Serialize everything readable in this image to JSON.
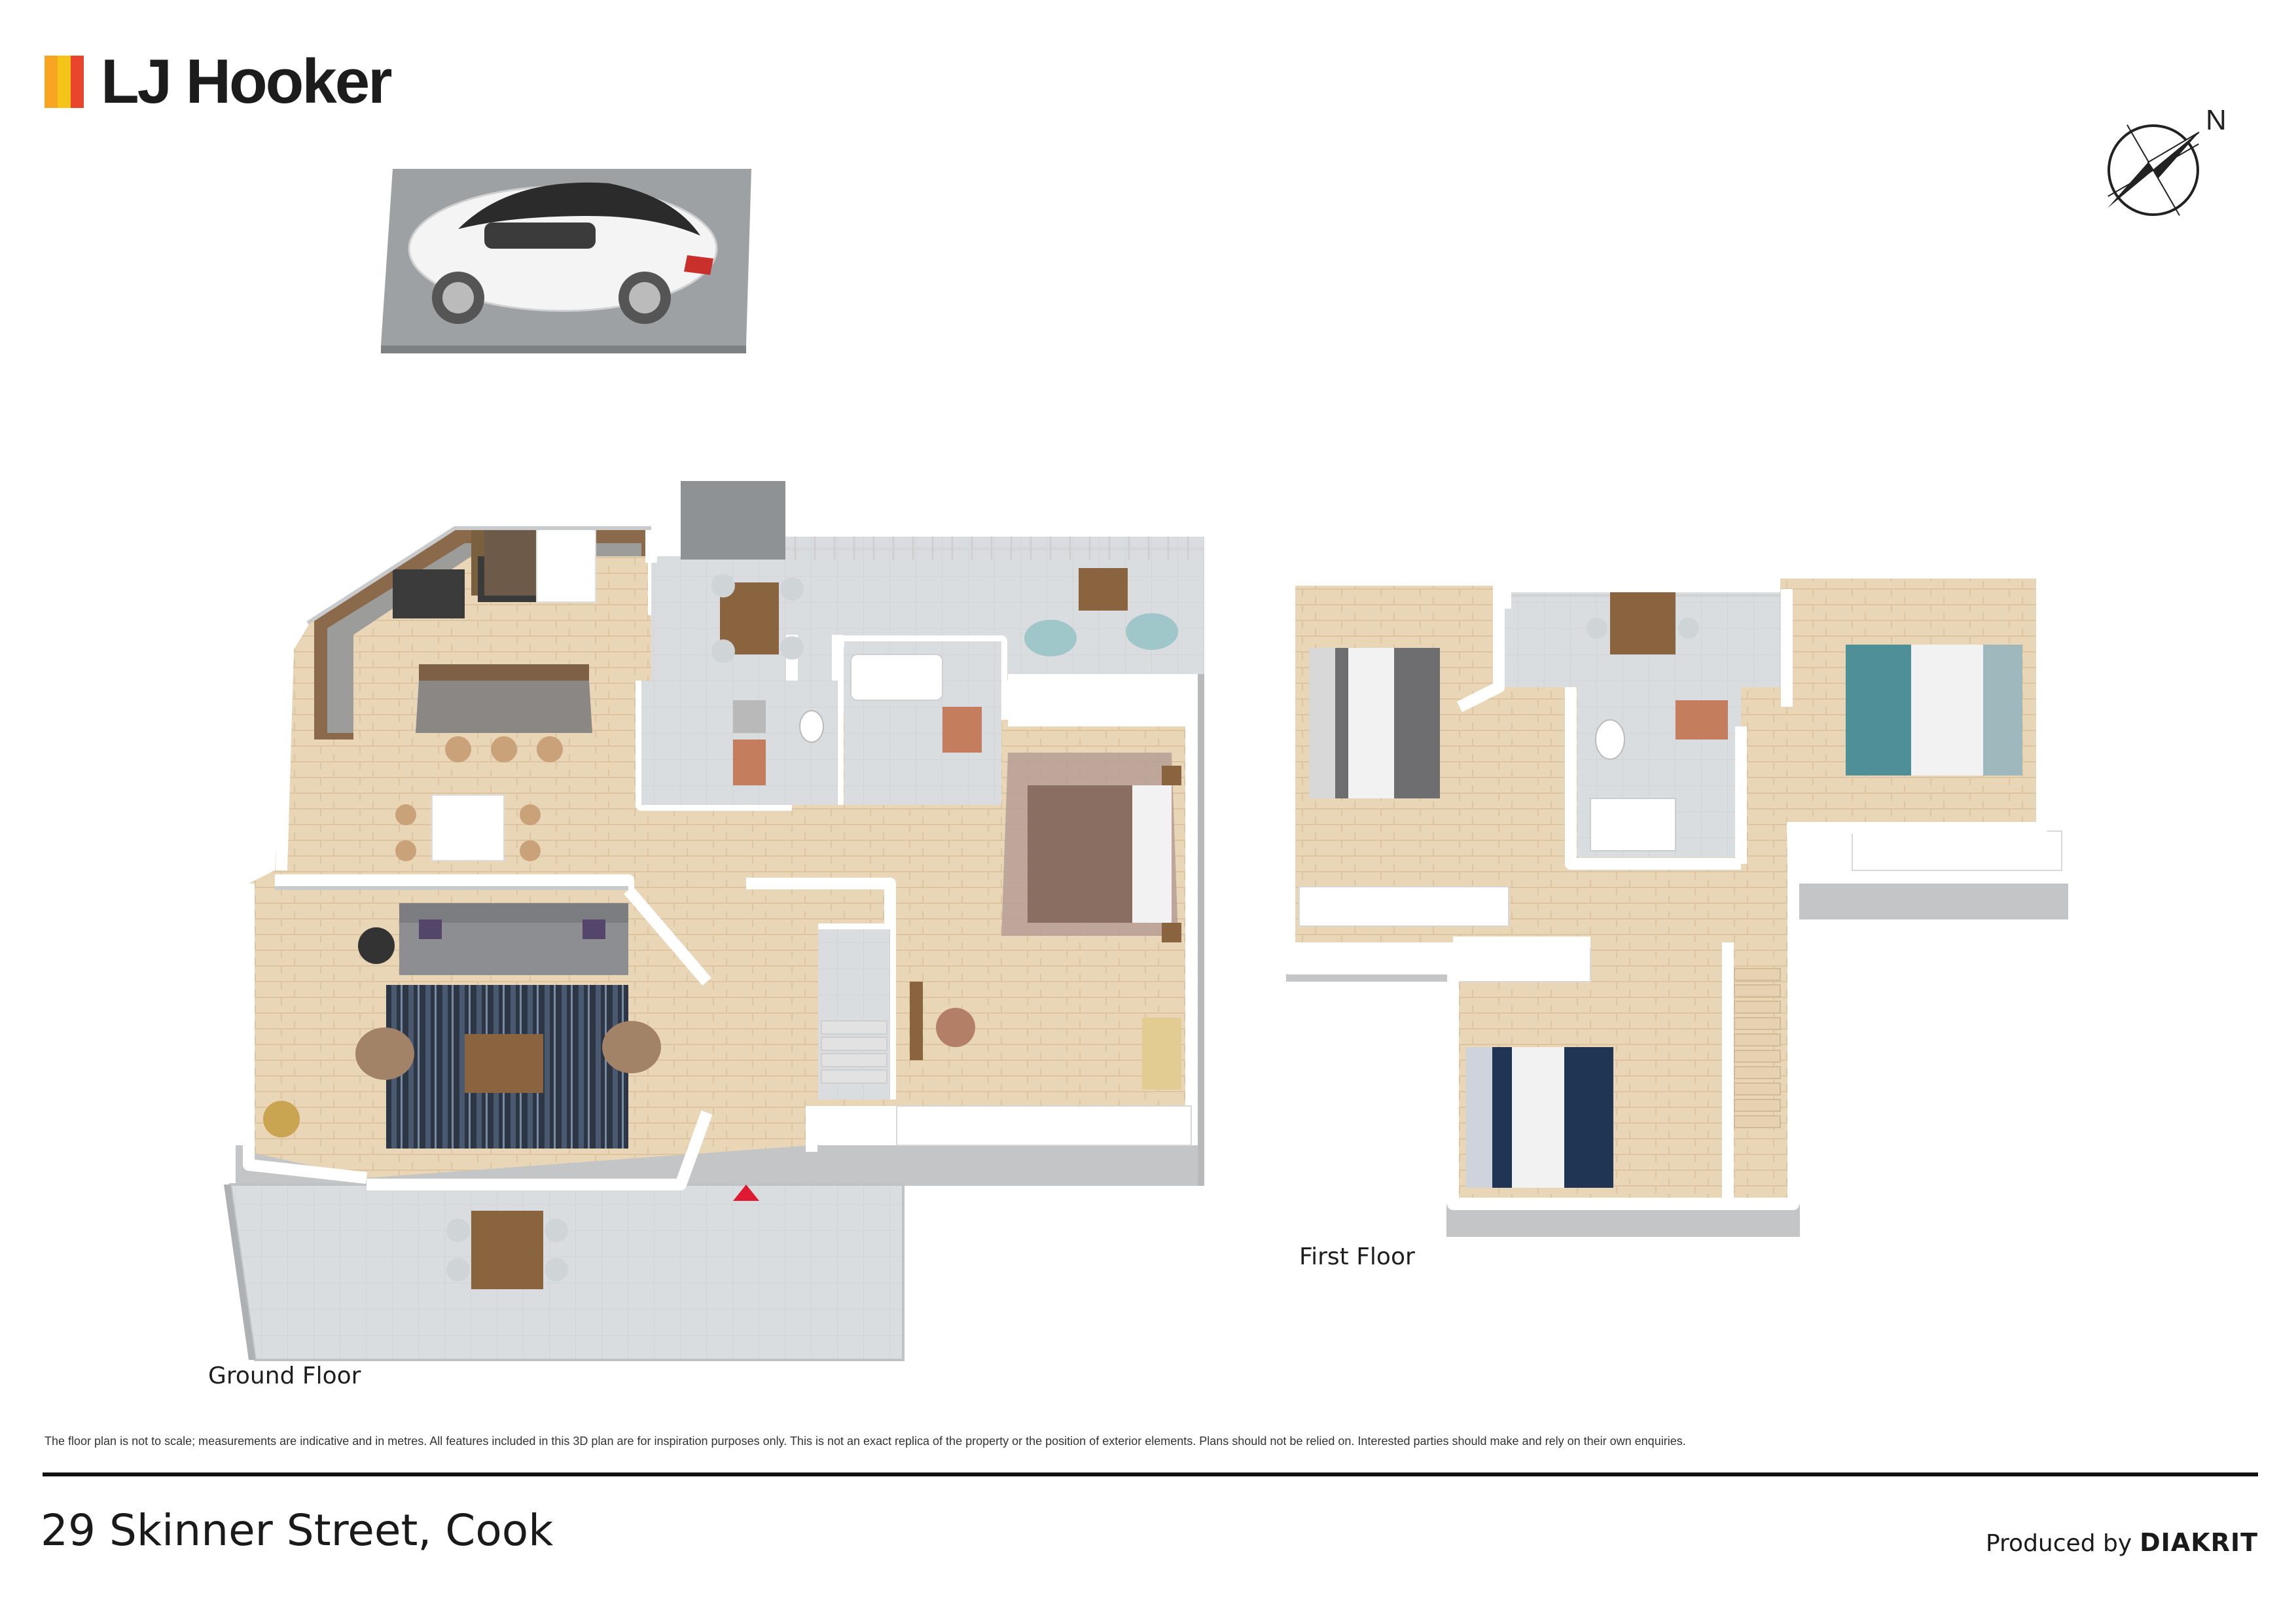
{
  "brand": {
    "name": "LJ Hooker",
    "colors": [
      "#f6a623",
      "#f4c518",
      "#e8452c"
    ]
  },
  "compass": {
    "north_label": "N"
  },
  "plan": {
    "ground_floor_label": "Ground Floor",
    "first_floor_label": "First Floor"
  },
  "footer": {
    "disclaimer": "The floor plan is not to scale; measurements are indicative and in metres. All features included in this 3D plan are for inspiration purposes only. This is not an exact replica of the property or the position of exterior elements. Plans should not be relied on. Interested parties should make and rely on their own enquiries.",
    "address": "29 Skinner Street, Cook",
    "produced_by_label": "Produced by",
    "producer": "DIAKRIT"
  },
  "colors": {
    "floor_wood": "#e7d3b3",
    "tile": "#d9dcdd",
    "wall": "#ffffff",
    "wall_side": "#c9cbcc",
    "paving": "#d5d7d8",
    "rug": "#2e3845",
    "sofa": "#8c8c8e",
    "bed_teal": "#4e8f98",
    "bed_navy": "#1f3553",
    "entry_marker": "#e01933"
  }
}
